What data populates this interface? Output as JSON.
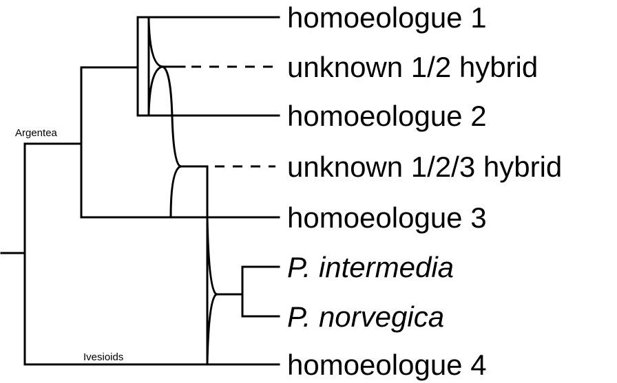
{
  "tips": [
    {
      "id": "h1",
      "label": "homoeologue 1",
      "italic": false
    },
    {
      "id": "u12",
      "label": "unknown 1/2 hybrid",
      "italic": false
    },
    {
      "id": "h2",
      "label": "homoeologue 2",
      "italic": false
    },
    {
      "id": "u123",
      "label": "unknown 1/2/3 hybrid",
      "italic": false
    },
    {
      "id": "h3",
      "label": "homoeologue 3",
      "italic": false
    },
    {
      "id": "pint",
      "label": "P. intermedia",
      "italic": true
    },
    {
      "id": "pnor",
      "label": "P. norvegica",
      "italic": true
    },
    {
      "id": "h4",
      "label": "homoeologue 4",
      "italic": false
    }
  ],
  "clade_labels": {
    "argentea": "Argentea",
    "ivesioids": "Ivesioids"
  },
  "hybrid_links": [
    {
      "hybrid": "unknown 1/2 hybrid",
      "parents": [
        "homoeologue 1",
        "homoeologue 2"
      ],
      "style": "dashed"
    },
    {
      "hybrid": "unknown 1/2/3 hybrid",
      "parents": [
        "unknown 1/2 hybrid",
        "homoeologue 3"
      ],
      "style": "dashed"
    }
  ]
}
